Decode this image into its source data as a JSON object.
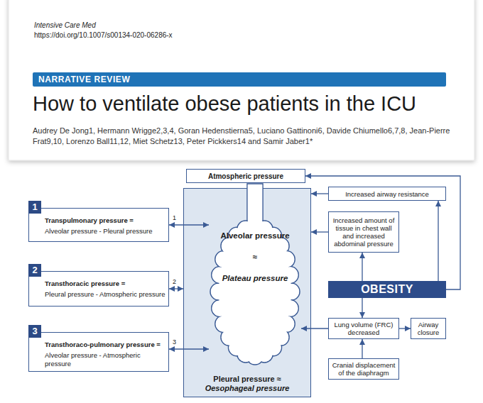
{
  "diagram": {
    "title": "How to ventilate obese patients in the ICU",
    "nodes": [
      {
        "text": [
          "NARRATIVE REVIEW"
        ]
      },
      {
        "text": [
          "Atmospheric pressure"
        ]
      },
      {
        "text": [
          "1",
          "Transpulmonary pressure =",
          "Alveolar pressure - Pleural pressure"
        ]
      },
      {
        "text": [
          "2",
          "Transthoracic pressure =",
          "Pleural pressure - Atmospheric pressure"
        ]
      },
      {
        "text": [
          "3",
          "Transthoraco-pulmonary pressure =",
          "Alveolar pressure - Atmospheric pressure"
        ]
      },
      {
        "text": [
          "Pleural pressure ≈",
          "Oesophageal pressure"
        ]
      },
      {
        "text": [
          "Alveolar pressure",
          "≈",
          "Plateau pressure"
        ],
        "in": 5
      },
      {
        "text": [
          "Increased airway resistance"
        ]
      },
      {
        "text": [
          "Increased amount of tissue in chest wall and increased abdominal pressure"
        ]
      },
      {
        "text": [
          "OBESITY"
        ]
      },
      {
        "text": [
          "Lung volume (FRC) decreased"
        ]
      },
      {
        "text": [
          "Airway closure"
        ]
      },
      {
        "text": [
          "Cranial displacement of the diaphragm"
        ]
      }
    ],
    "edges": [
      {
        "from": 2,
        "to": 6,
        "arrow": "both",
        "label": "1"
      },
      {
        "from": 3,
        "to": 5,
        "arrow": "both",
        "label": "2"
      },
      {
        "from": 4,
        "to": 6,
        "arrow": "both",
        "label": "3"
      },
      {
        "from": 9,
        "to": 1,
        "arrow": "to"
      },
      {
        "from": 9,
        "to": 7,
        "arrow": "to"
      },
      {
        "from": 7,
        "to": 5,
        "arrow": "to"
      },
      {
        "from": 9,
        "to": 8,
        "arrow": "to"
      },
      {
        "from": 8,
        "to": 5,
        "arrow": "to"
      },
      {
        "from": 9,
        "to": 10,
        "arrow": "to"
      },
      {
        "from": 10,
        "to": 11,
        "arrow": "to"
      },
      {
        "from": 10,
        "to": 6,
        "arrow": "to"
      },
      {
        "from": 12,
        "to": 10,
        "arrow": "to"
      }
    ],
    "labels": [
      "Intensive Care Med",
      "https://doi.org/10.1007/s00134-020-06286-x",
      "Audrey De Jong1, Hermann Wrigge2,3,4, Goran Hedenstierna5, Luciano Gattinoni6, Davide Chiumello6,7,8, Jean-Pierre Frat9,10, Lorenzo Ball11,12, Miet Schetz13, Peter Pickkers14 and Samir Jaber1*"
    ]
  }
}
